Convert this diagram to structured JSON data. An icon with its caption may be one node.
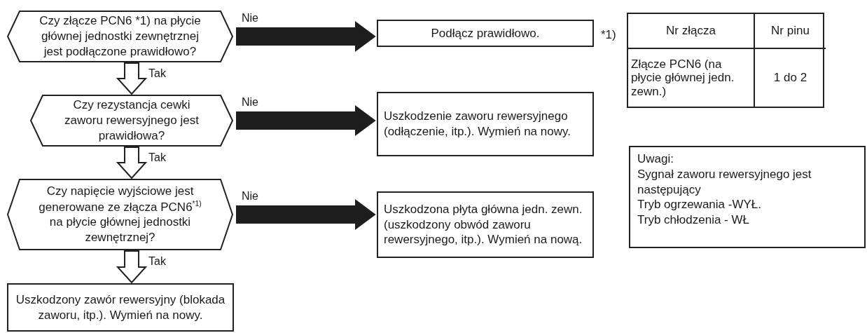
{
  "diagram": {
    "nodes": [
      {
        "text": [
          "Czy złącze PCN6 *1) na płycie głównej jednostki zewnętrznej jest podłączone prawidłowo?"
        ]
      },
      {
        "text": [
          "Podłącz prawidłowo."
        ],
        "beside": [
          "*1)"
        ]
      },
      {
        "text": [
          "Czy rezystancja cewki zaworu rewersyjnego jest prawidłowa?"
        ]
      },
      {
        "text": [
          "Uszkodzenie zaworu rewersyjnego (odłączenie, itp.). Wymień na nowy."
        ]
      },
      {
        "text": [
          "Czy napięcie wyjściowe jest generowane ze złącza PCN6$^{*1)}$ na płycie głównej jednostki zewnętrznej?"
        ]
      },
      {
        "text": [
          "Uszkodzona płyta główna jedn. zewn. (uszkodzony obwód zaworu rewersyjnego, itp.). Wymień na nową."
        ]
      },
      {
        "text": [
          "Uszkodzony zawór rewersyjny (blokada zaworu, itp.). Wymień na nowy."
        ]
      },
      {
        "text": [
          "Uwagi:",
          "Sygnał zaworu rewersyjnego jest następujący",
          "Tryb ogrzewania -WYŁ.",
          "Tryb chłodzenia - WŁ"
        ]
      }
    ],
    "edges": [
      {
        "from": 0,
        "to": 1,
        "arrow": "to",
        "label": "Nie",
        "style": "thick"
      },
      {
        "from": 0,
        "to": 2,
        "arrow": "to",
        "label": "Tak"
      },
      {
        "from": 2,
        "to": 3,
        "arrow": "to",
        "label": "Nie",
        "style": "thick"
      },
      {
        "from": 2,
        "to": 4,
        "arrow": "to",
        "label": "Tak"
      },
      {
        "from": 4,
        "to": 5,
        "arrow": "to",
        "label": "Nie",
        "style": "thick"
      },
      {
        "from": 4,
        "to": 6,
        "arrow": "to",
        "label": "Tak"
      }
    ],
    "labels": [
      "Nr złącza",
      "Nr pinu",
      "Złącze PCN6 (na płycie głównej jedn. zewn.)",
      "1 do 2"
    ]
  }
}
